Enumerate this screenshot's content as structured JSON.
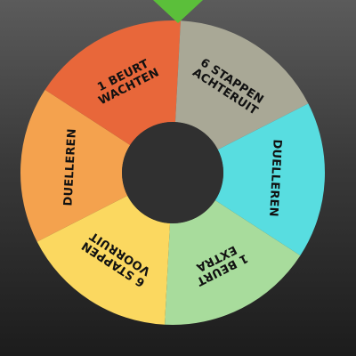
{
  "wheel": {
    "pointer_color": "#5bbf3a",
    "hub_color": "#303030",
    "segments": [
      {
        "lines": [
          "DUELLEREN"
        ],
        "color": "#f4a24e"
      },
      {
        "lines": [
          "1 BEURT",
          "WACHTEN"
        ],
        "color": "#e8673a"
      },
      {
        "lines": [
          "6 STAPPEN",
          "ACHTERUIT"
        ],
        "color": "#a9a896"
      },
      {
        "lines": [
          "DUELLEREN"
        ],
        "color": "#58dde0"
      },
      {
        "lines": [
          "1 BEURT",
          "EXTRA"
        ],
        "color": "#a8dc9c"
      },
      {
        "lines": [
          "6 STAPPEN",
          "VOORRUIT"
        ],
        "color": "#fbd860"
      }
    ]
  }
}
